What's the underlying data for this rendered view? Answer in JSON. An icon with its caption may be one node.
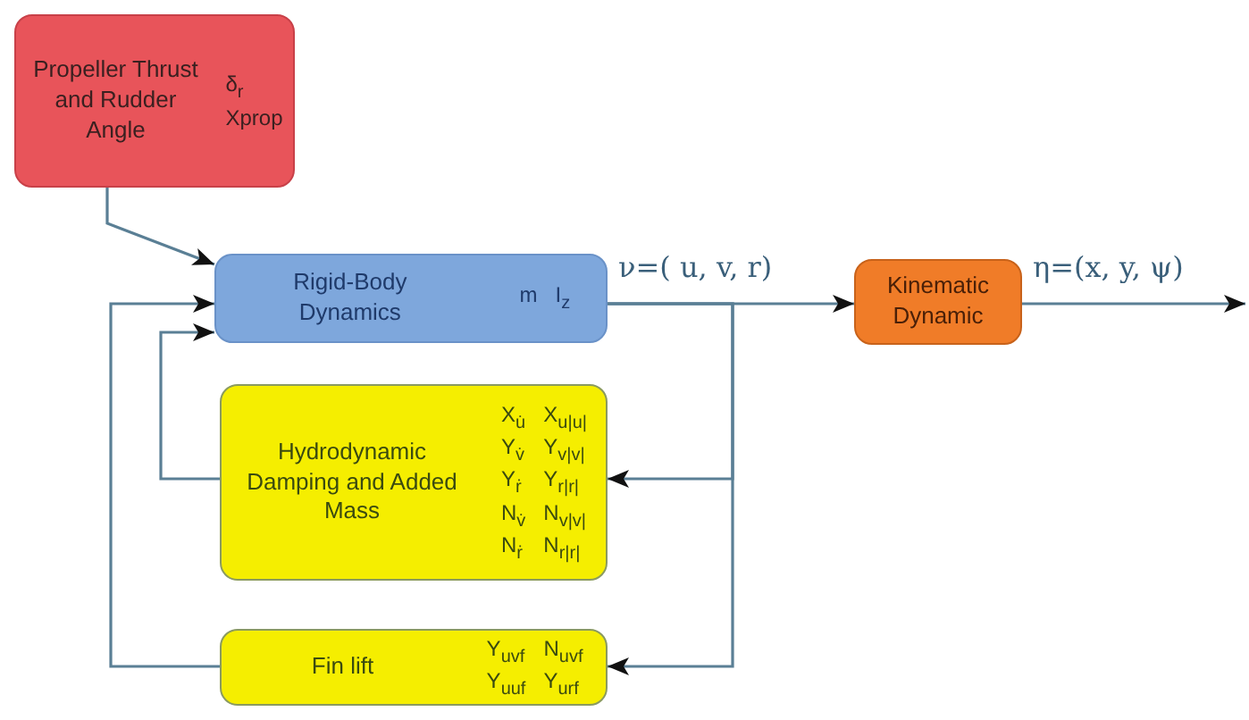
{
  "diagram": {
    "nodes": [
      {
        "text": [
          "Propeller Thrust and Rudder Angle",
          "δ$_{r}$",
          "Xprop"
        ]
      },
      {
        "text": [
          "Rigid-Body Dynamics",
          "m",
          "I$_{z}$"
        ]
      },
      {
        "text": [
          "Kinematic Dynamic"
        ]
      },
      {
        "text": [
          "Hydrodynamic Damping and Added Mass",
          "X$_{u̇}$",
          "X$_{u|u|}$",
          "Y$_{v̇}$",
          "Y$_{v|v|}$",
          "Y$_{ṙ}$",
          "Y$_{r|r|}$",
          "N$_{v̇}$",
          "N$_{v|v|}$",
          "N$_{ṙ}$",
          "N$_{r|r|}$"
        ]
      },
      {
        "text": [
          "Fin lift",
          "Y$_{uvf}$",
          "N$_{uvf}$",
          "Y$_{uuf}$",
          "Y$_{urf}$"
        ]
      }
    ],
    "edges": [
      {
        "from": 0,
        "to": 1,
        "arrow": "to"
      },
      {
        "from": 1,
        "to": 2,
        "arrow": "to",
        "label": "ν=( u, v, r)"
      },
      {
        "from": 2,
        "to": null,
        "arrow": "to",
        "label": "η=(x, y, ψ)"
      },
      {
        "from": 1,
        "to": 3,
        "arrow": "to"
      },
      {
        "from": 1,
        "to": 4,
        "arrow": "to"
      },
      {
        "from": 3,
        "to": 1,
        "arrow": "to"
      },
      {
        "from": 4,
        "to": 1,
        "arrow": "to"
      }
    ]
  }
}
